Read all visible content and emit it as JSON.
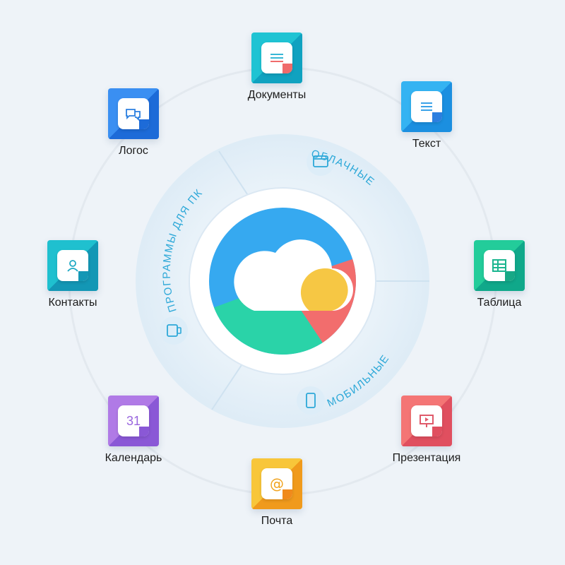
{
  "center": {
    "icon": "cloud-icon",
    "colors": {
      "blue": "#36a9f0",
      "green": "#2ad3a8",
      "red": "#f26d6d",
      "yellow": "#f6c744"
    }
  },
  "segments": [
    {
      "key": "cloud",
      "label": "ОБЛАЧНЫЕ",
      "icon": "browser-window-icon"
    },
    {
      "key": "mobile",
      "label": "МОБИЛЬНЫЕ",
      "icon": "smartphone-icon"
    },
    {
      "key": "desktop",
      "label": "ПРОГРАММЫ ДЛЯ ПК",
      "icon": "desktop-app-icon"
    }
  ],
  "apps": [
    {
      "key": "documents",
      "label": "Документы",
      "icon": "document-icon",
      "color": "#1fc3d3",
      "color2": "#10a2c0",
      "fold": "#f06b6b"
    },
    {
      "key": "text",
      "label": "Текст",
      "icon": "text-lines-icon",
      "color": "#34b3f2",
      "color2": "#1b8fe0",
      "fold": "#2b7fe0"
    },
    {
      "key": "table",
      "label": "Таблица",
      "icon": "table-icon",
      "color": "#23cc9a",
      "color2": "#10a88a",
      "fold": "#18a886"
    },
    {
      "key": "presentation",
      "label": "Презентация",
      "icon": "presentation-icon",
      "color": "#f47575",
      "color2": "#e04f5f",
      "fold": "#e04f5f"
    },
    {
      "key": "mail",
      "label": "Почта",
      "icon": "at-sign-icon",
      "color": "#f8c63a",
      "color2": "#f09a1c",
      "fold": "#f08a1c"
    },
    {
      "key": "calendar",
      "label": "Календарь",
      "icon": "calendar-icon",
      "color": "#b07ae6",
      "color2": "#8a58d6",
      "fold": "#8a58d6",
      "glyph_text": "31"
    },
    {
      "key": "contacts",
      "label": "Контакты",
      "icon": "person-icon",
      "color": "#1fc0cf",
      "color2": "#1397b5",
      "fold": "#1397b5"
    },
    {
      "key": "logos",
      "label": "Логос",
      "icon": "chat-bubbles-icon",
      "color": "#3a8ff2",
      "color2": "#1d6bd8",
      "fold": "#1d6bd8"
    }
  ]
}
